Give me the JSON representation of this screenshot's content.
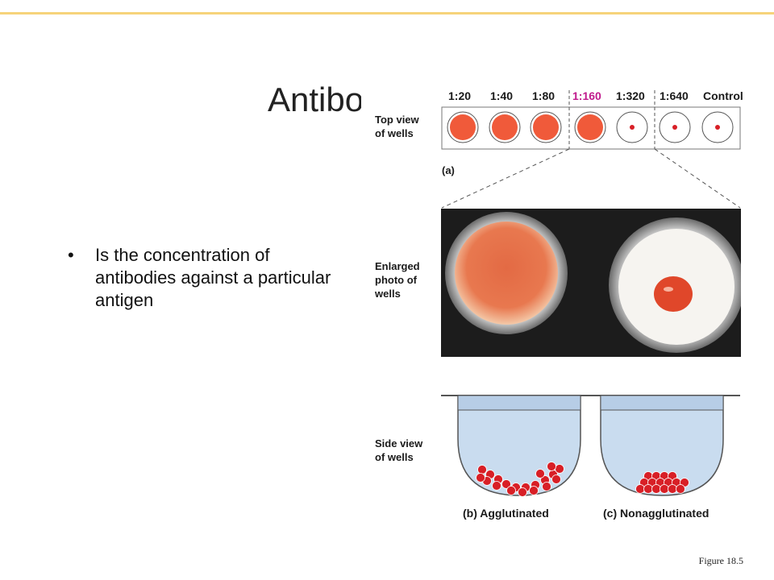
{
  "slide": {
    "title": "Antibo",
    "bullet": "Is the concentration of antibodies against a particular antigen",
    "caption": "Figure 18.5"
  },
  "figure": {
    "dilutions": [
      "1:20",
      "1:40",
      "1:80",
      "1:160",
      "1:320",
      "1:640",
      "Control"
    ],
    "highlighted_dilution": "1:160",
    "labels": {
      "top_view": [
        "Top view",
        "of wells"
      ],
      "panel_a": "(a)",
      "enlarged": [
        "Enlarged",
        "photo of",
        "wells"
      ],
      "side_view": [
        "Side view",
        "of wells"
      ],
      "agglutinated": "(b) Agglutinated",
      "nonagglutinated": "(c) Nonagglutinated"
    },
    "colors": {
      "agglutinated_well": "#f05a3a",
      "dot": "#d81f26",
      "highlight": "#c01a8c",
      "rule": "#f6d37a",
      "liquid": "#c9dcef"
    }
  }
}
